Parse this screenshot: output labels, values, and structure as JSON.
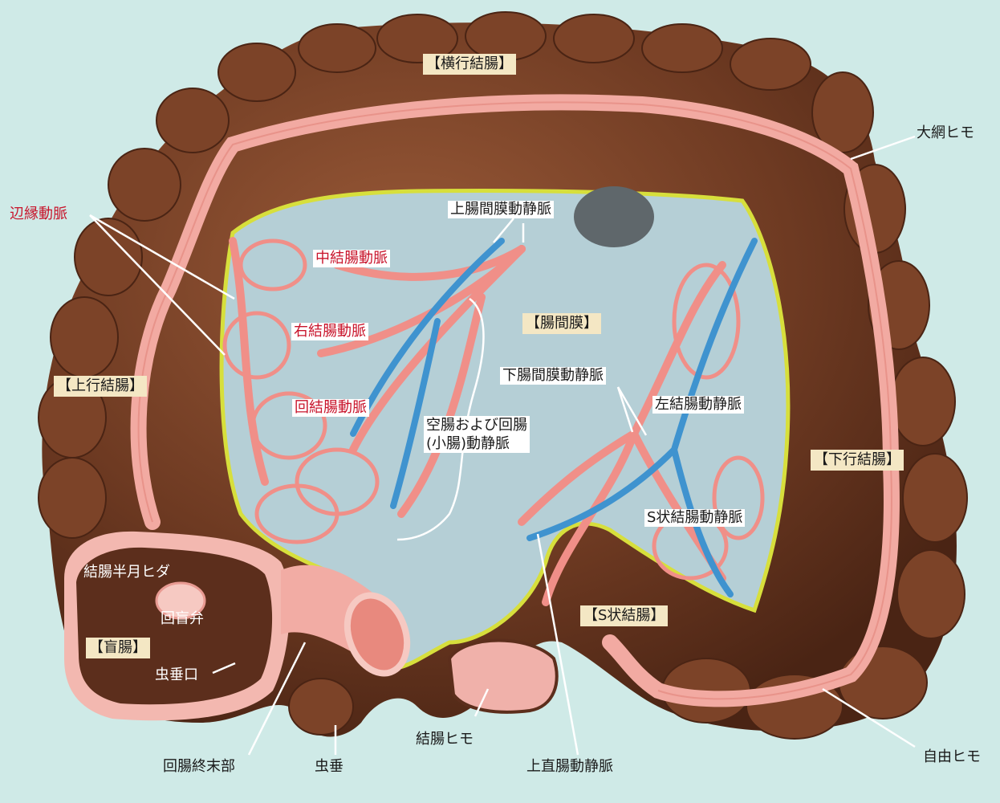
{
  "labels": {
    "transverse_colon": "【横行結腸】",
    "greater_omentum_taenia": "大網ヒモ",
    "marginal_artery": "辺縁動脈",
    "superior_mesenteric": "上腸間膜動静脈",
    "middle_colic": "中結腸動脈",
    "mesentery": "【腸間膜】",
    "right_colic": "右結腸動脈",
    "ascending_colon": "【上行結腸】",
    "ileocolic": "回結腸動脈",
    "inferior_mesenteric": "下腸間膜動静脈",
    "left_colic": "左結腸動静脈",
    "jejunal_ileal_line1": "空腸および回腸",
    "jejunal_ileal_line2": "(小腸)動静脈",
    "descending_colon": "【下行結腸】",
    "sigmoid_vessels": "S状結腸動静脈",
    "semilunar_folds": "結腸半月ヒダ",
    "ileocecal_valve": "回盲弁",
    "cecum": "【盲腸】",
    "sigmoid_colon": "【S状結腸】",
    "appendix_orifice": "虫垂口",
    "mesocolic_taenia": "結腸ヒモ",
    "free_taenia": "自由ヒモ",
    "terminal_ileum": "回腸終末部",
    "appendix": "虫垂",
    "superior_rectal": "上直腸動静脈"
  },
  "colors": {
    "background": "#cfeae7",
    "colon_brown": "#6e3a22",
    "taenia_pink": "#f2aaa2",
    "mesentery_blue": "#b5cfd6",
    "artery": "#f08f88",
    "vein": "#3f93cf",
    "label_red": "#c8142b",
    "label_box": "#f4e7c4"
  }
}
